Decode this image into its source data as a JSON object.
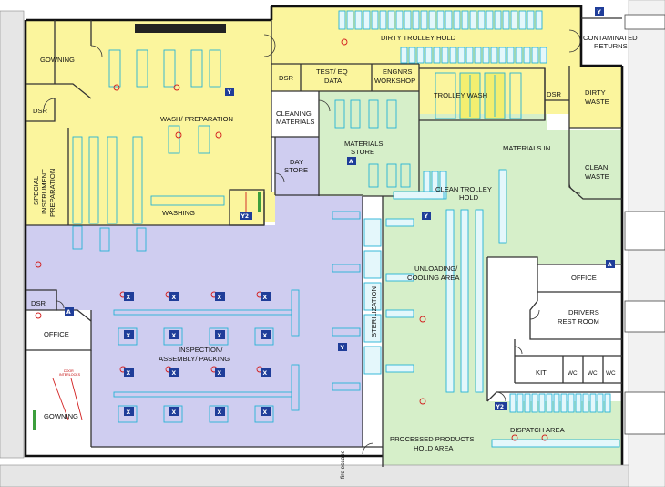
{
  "rooms": {
    "dirty_trolley_hold": "DIRTY TROLLEY HOLD",
    "contaminated_returns": [
      "CONTAMINATED",
      "RETURNS"
    ],
    "gowning_top": "GOWNING",
    "dsr_top_left": "DSR",
    "dsr_top_mid": "DSR",
    "dsr_trolley": "DSR",
    "dsr_left": "DSR",
    "test_eq_data": [
      "TEST/ EQ",
      "DATA"
    ],
    "engnrs_workshop": [
      "ENGNRS",
      "WORKSHOP"
    ],
    "trolley_wash": "TROLLEY WASH",
    "dirty_waste": [
      "DIRTY",
      "WASTE"
    ],
    "wash_preparation": "WASH/ PREPARATION",
    "cleaning_materials": [
      "CLEANING",
      "MATERIALS"
    ],
    "materials_store": [
      "MATERIALS",
      "STORE"
    ],
    "materials_in": "MATERIALS IN",
    "clean_waste": [
      "CLEAN",
      "WASTE"
    ],
    "day_store": [
      "DAY",
      "STORE"
    ],
    "special_instrument_preparation": [
      "SPECIAL",
      "INSTRUMENT",
      "PREPARATION"
    ],
    "washing": "WASHING",
    "clean_trolley_hold": [
      "CLEAN TROLLEY",
      "HOLD"
    ],
    "sterilization": "STERILIZATION",
    "unloading_cooling": [
      "UNLOADING/",
      "COOLING AREA"
    ],
    "office_right": "OFFICE",
    "drivers_rest_room": [
      "DRIVERS",
      "REST ROOM"
    ],
    "office_left": "OFFICE",
    "inspection_assembly_packing": [
      "INSPECTION/",
      "ASSEMBLY/ PACKING"
    ],
    "kit": "KIT",
    "wc_1": "WC",
    "wc_2": "WC",
    "wc_3": "WC",
    "gowning_bottom": "GOWNING",
    "dispatch_area": "DISPATCH AREA",
    "processed_products_hold": [
      "PROCESSED PRODUCTS",
      "HOLD AREA"
    ],
    "fire_escape": "fire escape",
    "door_interlocks": [
      "DOOR",
      "INTERLOCKS"
    ]
  },
  "markers": {
    "y": "Y",
    "y2": "Y2",
    "a": "A",
    "x": "X"
  },
  "colors": {
    "yellow_zone": "#fbf59d",
    "green_zone": "#d6efc9",
    "purple_zone": "#cfcdf0",
    "cyan_equipment": "#26b3d6",
    "red_detail": "#d21f1f",
    "marker_blue": "#1f3d99"
  }
}
